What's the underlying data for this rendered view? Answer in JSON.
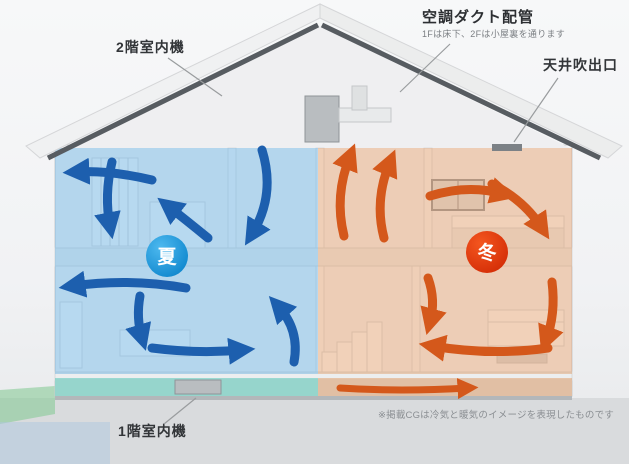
{
  "diagram": {
    "type": "house-cross-section-airflow",
    "labels": {
      "unit_2f": "2階室内機",
      "duct_title": "空調ダクト配管",
      "duct_note": "1Fは床下、2Fは小屋裏を通ります",
      "ceiling_outlet": "天井吹出口",
      "unit_1f": "1階室内機",
      "disclaimer": "※掲載CGは冷気と暖気のイメージを表現したものです"
    },
    "badges": {
      "summer": "夏",
      "winter": "冬"
    },
    "colors": {
      "summer_badge": "#199de4",
      "winter_badge": "#e53a10",
      "summer_arrow": "#1d5fae",
      "winter_arrow": "#d4581b",
      "summer_tint": "#6fb4e2",
      "winter_tint": "#e09a63",
      "underfloor_summer_tint": "#57c9b8",
      "ground_green": "#7fc98f"
    }
  }
}
